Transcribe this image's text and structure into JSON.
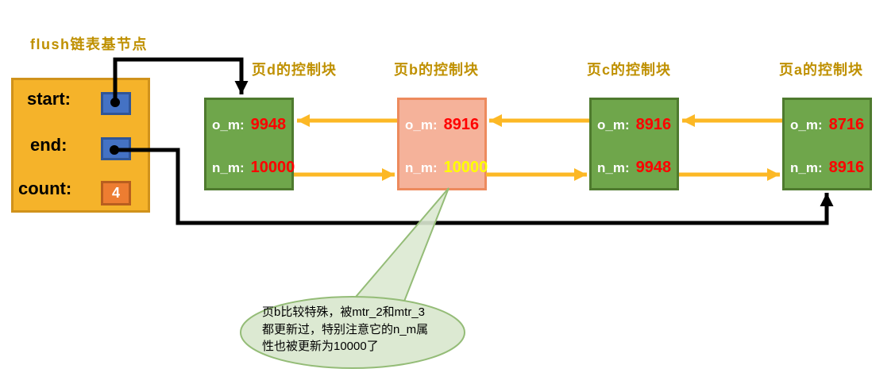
{
  "title": "flush链表基节点",
  "base_node": {
    "start_label": "start:",
    "end_label": "end:",
    "count_label": "count:",
    "count_value": "4"
  },
  "field_names": {
    "om": "o_m:",
    "nm": "n_m:"
  },
  "blocks": [
    {
      "title": "页d的控制块",
      "om_label": "o_m:",
      "om_value": "9948",
      "nm_label": "n_m:",
      "nm_value": "10000",
      "variant": "green",
      "nm_value_color": "#FF0000"
    },
    {
      "title": "页b的控制块",
      "om_label": "o_m:",
      "om_value": "8916",
      "nm_label": "n_m:",
      "nm_value": "10000",
      "variant": "salmon",
      "nm_value_color": "#FFFF00"
    },
    {
      "title": "页c的控制块",
      "om_label": "o_m:",
      "om_value": "8916",
      "nm_label": "n_m:",
      "nm_value": "9948",
      "variant": "green",
      "nm_value_color": "#FF0000"
    },
    {
      "title": "页a的控制块",
      "om_label": "o_m:",
      "om_value": "8716",
      "nm_label": "n_m:",
      "nm_value": "8916",
      "variant": "green",
      "nm_value_color": "#FF0000"
    }
  ],
  "callout": {
    "line1": "页b比较特殊，被mtr_2和mtr_3",
    "line2": "都更新过，特别注意它的n_m属",
    "line3": "性也被更新为10000了"
  },
  "colors": {
    "gold_text": "#BF9000",
    "base_fill": "#F5B32A",
    "base_border": "#D0921B",
    "pointer_fill": "#4472C4",
    "pointer_border": "#2F5597",
    "count_fill": "#ED7D31",
    "count_border": "#B85E1F",
    "green_fill": "#6FA64B",
    "green_border": "#4E7A2E",
    "salmon_fill": "#F5B29A",
    "salmon_border": "#ED8A5D",
    "arrow_orange": "#FCB825",
    "arrow_black": "#000000",
    "value_red": "#FF0000",
    "value_yellow": "#FFFF00",
    "callout_fill": "#DCE9D2",
    "callout_border": "#94BC77"
  }
}
